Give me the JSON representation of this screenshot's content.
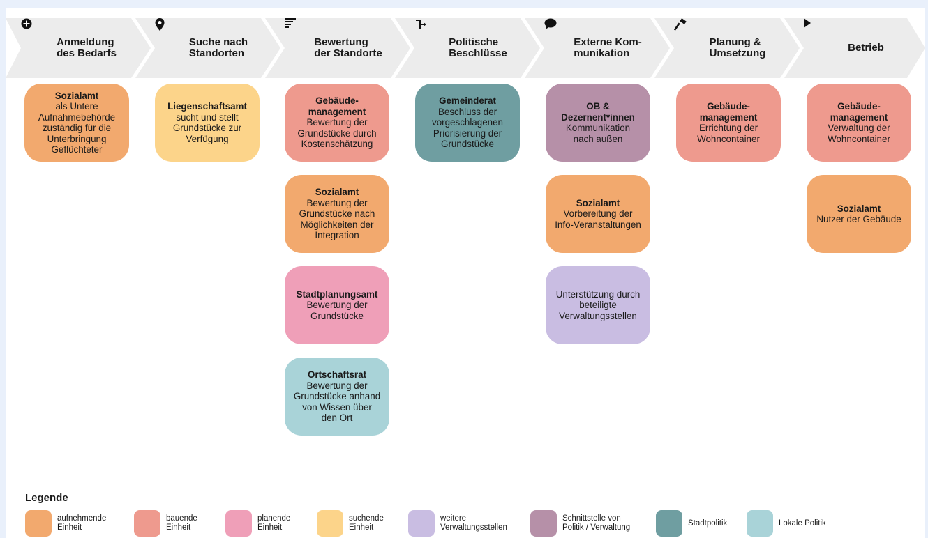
{
  "colors": {
    "aufnehmend": "#f2a96e",
    "bauend": "#ee9a8e",
    "planend": "#ef9fb8",
    "suchend": "#fcd48a",
    "weitere": "#c9bde2",
    "schnittstelle": "#b690a8",
    "stadtpolitik": "#6f9ea1",
    "lokale": "#a9d3d8",
    "stage_fill": "#ececec"
  },
  "stages": [
    {
      "label": "Anmeldung\ndes Bedarfs",
      "icon": "plus-circle-icon"
    },
    {
      "label": "Suche nach\nStandorten",
      "icon": "map-pin-icon"
    },
    {
      "label": "Bewertung\nder Standorte",
      "icon": "sort-lines-icon"
    },
    {
      "label": "Politische\nBeschlüsse",
      "icon": "fork-arrow-icon"
    },
    {
      "label": "Externe Kom-\nmunikation",
      "icon": "speech-bubble-icon"
    },
    {
      "label": "Planung &\nUmsetzung",
      "icon": "hammer-icon"
    },
    {
      "label": "Betrieb",
      "icon": "play-arrow-icon"
    }
  ],
  "cards": [
    {
      "title": "Sozialamt",
      "desc": "als Untere\nAufnahmebehörde\nzuständig für die\nUnterbringung\nGeflüchteter",
      "color": "aufnehmend"
    },
    {
      "title": "Liegenschaftsamt",
      "desc": "sucht und stellt\nGrundstücke zur\nVerfügung",
      "color": "suchend"
    },
    {
      "title": "Gebäude-\nmanagement",
      "desc": "Bewertung der\nGrundstücke durch\nKostenschätzung",
      "color": "bauend"
    },
    {
      "title": "Sozialamt",
      "desc": "Bewertung der\nGrundstücke nach\nMöglichkeiten der\nIntegration",
      "color": "aufnehmend"
    },
    {
      "title": "Stadtplanungsamt",
      "desc": "Bewertung der\nGrundstücke",
      "color": "planend"
    },
    {
      "title": "Ortschaftsrat",
      "desc": "Bewertung der\nGrundstücke anhand\nvon Wissen über\nden Ort",
      "color": "lokale"
    },
    {
      "title": "Gemeinderat",
      "desc": "Beschluss der\nvorgeschlagenen\nPriorisierung der\nGrundstücke",
      "color": "stadtpolitik"
    },
    {
      "title": "OB &\nDezernent*innen",
      "desc": "Kommunikation\nnach außen",
      "color": "schnittstelle"
    },
    {
      "title": "Sozialamt",
      "desc": "Vorbereitung der\nInfo-Veranstaltungen",
      "color": "aufnehmend"
    },
    {
      "title": "",
      "desc": "Unterstützung durch\nbeteiligte\nVerwaltungsstellen",
      "color": "weitere"
    },
    {
      "title": "Gebäude-\nmanagement",
      "desc": "Errichtung der\nWohncontainer",
      "color": "bauend"
    },
    {
      "title": "Gebäude-\nmanagement",
      "desc": "Verwaltung der\nWohncontainer",
      "color": "bauend"
    },
    {
      "title": "Sozialamt",
      "desc": "Nutzer der Gebäude",
      "color": "aufnehmend"
    }
  ],
  "legend": {
    "title": "Legende",
    "items": [
      {
        "label": "aufnehmende\nEinheit",
        "color": "aufnehmend"
      },
      {
        "label": "bauende\nEinheit",
        "color": "bauend"
      },
      {
        "label": "planende\nEinheit",
        "color": "planend"
      },
      {
        "label": "suchende\nEinheit",
        "color": "suchend"
      },
      {
        "label": "weitere\nVerwaltungsstellen",
        "color": "weitere"
      },
      {
        "label": "Schnittstelle von\nPolitik / Verwaltung",
        "color": "schnittstelle"
      },
      {
        "label": "Stadtpolitik",
        "color": "stadtpolitik"
      },
      {
        "label": "Lokale Politik",
        "color": "lokale"
      }
    ]
  }
}
